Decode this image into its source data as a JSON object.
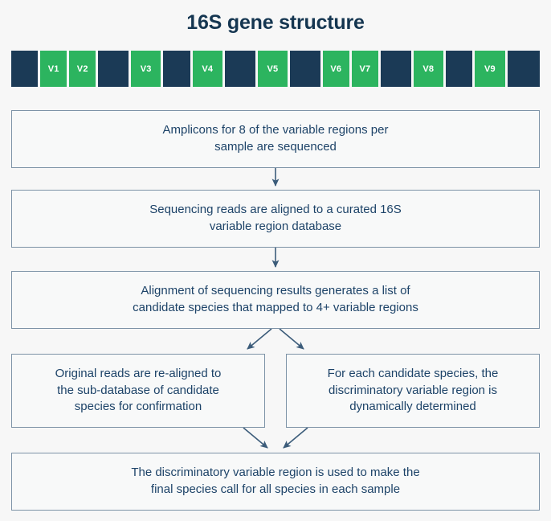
{
  "title": "16S gene structure",
  "colors": {
    "page_background": "#f7f7f7",
    "title_text": "#153651",
    "conserved_segment": "#1b3a56",
    "variable_segment": "#2cb45f",
    "box_fill": "#f8f9f9",
    "box_border": "#7d93a7",
    "box_text": "#1d4368",
    "arrow": "#3c5c7a"
  },
  "gene_bar": {
    "name": "16s-gene-segment-bar",
    "segments": [
      {
        "label": "",
        "type": "conserved",
        "width": 37
      },
      {
        "label": "V1",
        "type": "variable",
        "width": 37
      },
      {
        "label": "V2",
        "type": "variable",
        "width": 37
      },
      {
        "label": "",
        "type": "conserved",
        "width": 42
      },
      {
        "label": "V3",
        "type": "variable",
        "width": 42
      },
      {
        "label": "",
        "type": "conserved",
        "width": 37
      },
      {
        "label": "V4",
        "type": "variable",
        "width": 42
      },
      {
        "label": "",
        "type": "conserved",
        "width": 42
      },
      {
        "label": "V5",
        "type": "variable",
        "width": 42
      },
      {
        "label": "",
        "type": "conserved",
        "width": 42
      },
      {
        "label": "V6",
        "type": "variable",
        "width": 37
      },
      {
        "label": "V7",
        "type": "variable",
        "width": 37
      },
      {
        "label": "",
        "type": "conserved",
        "width": 42
      },
      {
        "label": "V8",
        "type": "variable",
        "width": 42
      },
      {
        "label": "",
        "type": "conserved",
        "width": 37
      },
      {
        "label": "V9",
        "type": "variable",
        "width": 42
      },
      {
        "label": "",
        "type": "conserved",
        "width": 45
      }
    ]
  },
  "flow": {
    "steps": [
      {
        "id": "amplicon-sequencing",
        "text": "Amplicons for 8 of the variable regions per\nsample are sequenced"
      },
      {
        "id": "read-alignment",
        "text": "Sequencing reads are aligned to a curated 16S\nvariable region database"
      },
      {
        "id": "candidate-species-list",
        "text": "Alignment of sequencing results generates a list of\ncandidate species that mapped to 4+ variable regions"
      },
      {
        "id": "realignment-confirmation",
        "text": "Original reads are re-aligned to\nthe sub-database of candidate\nspecies for confirmation"
      },
      {
        "id": "discriminatory-region-determination",
        "text": "For each candidate species, the\ndiscriminatory variable region is\ndynamically determined"
      },
      {
        "id": "final-species-call",
        "text": "The discriminatory variable region is used to make the\nfinal species call for all species in each sample"
      }
    ]
  }
}
